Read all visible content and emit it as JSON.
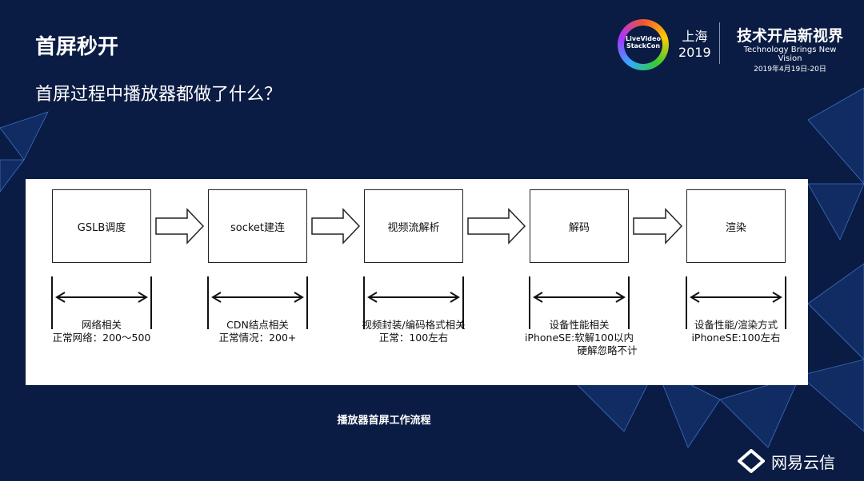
{
  "header": {
    "title": "首屏秒开",
    "subtitle": "首屏过程中播放器都做了什么？"
  },
  "conference": {
    "logo_text": "LiveVideo StackCon",
    "city": "上海",
    "year": "2019",
    "slogan_cn": "技术开启新视界",
    "slogan_en": "Technology Brings New Vision",
    "date": "2019年4月19日-20日"
  },
  "flow": {
    "steps": [
      {
        "name": "GSLB调度",
        "lines": [
          "网络相关",
          "正常网络：200～500"
        ]
      },
      {
        "name": "socket建连",
        "lines": [
          "CDN结点相关",
          "正常情况：200+"
        ]
      },
      {
        "name": "视频流解析",
        "lines": [
          "视频封装/编码格式相关",
          "正常：100左右"
        ]
      },
      {
        "name": "解码",
        "lines": [
          "设备性能相关",
          "iPhoneSE:软解100以内",
          "硬解忽略不计"
        ]
      },
      {
        "name": "渲染",
        "lines": [
          "设备性能/渲染方式",
          "iPhoneSE:100左右"
        ]
      }
    ],
    "caption": "播放器首屏工作流程"
  },
  "brand": {
    "name": "网易云信"
  }
}
